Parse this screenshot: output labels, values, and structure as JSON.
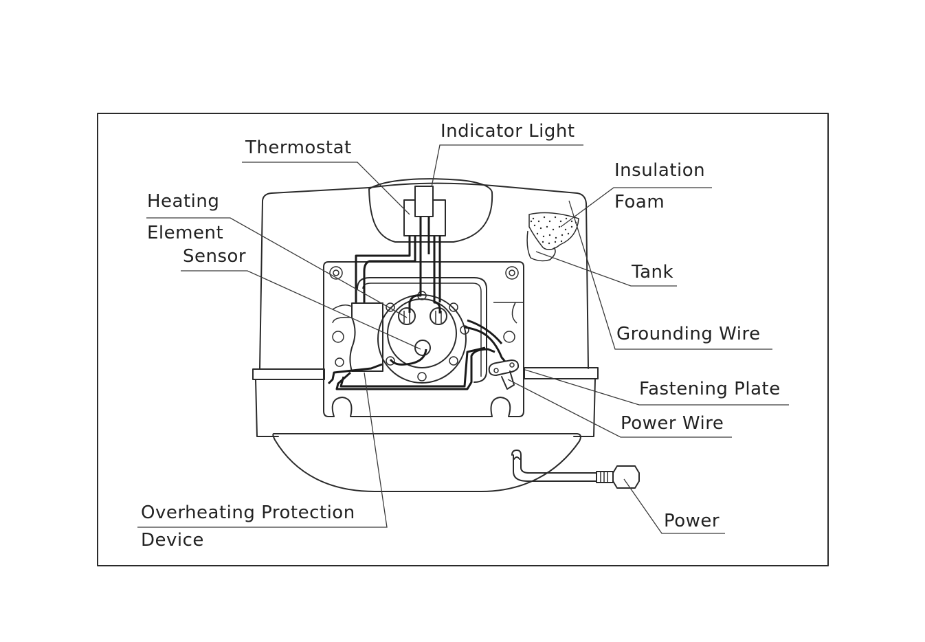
{
  "labels": {
    "indicator_light": "Indicator Light",
    "thermostat": "Thermostat",
    "insulation_1": "Insulation",
    "insulation_2": "Foam",
    "heating_1": "Heating",
    "heating_2": "Element",
    "sensor": "Sensor",
    "tank": "Tank",
    "grounding_wire": "Grounding Wire",
    "fastening_plate": "Fastening Plate",
    "power_wire": "Power Wire",
    "power": "Power",
    "overheating_1": "Overheating Protection",
    "overheating_2": "Device"
  }
}
